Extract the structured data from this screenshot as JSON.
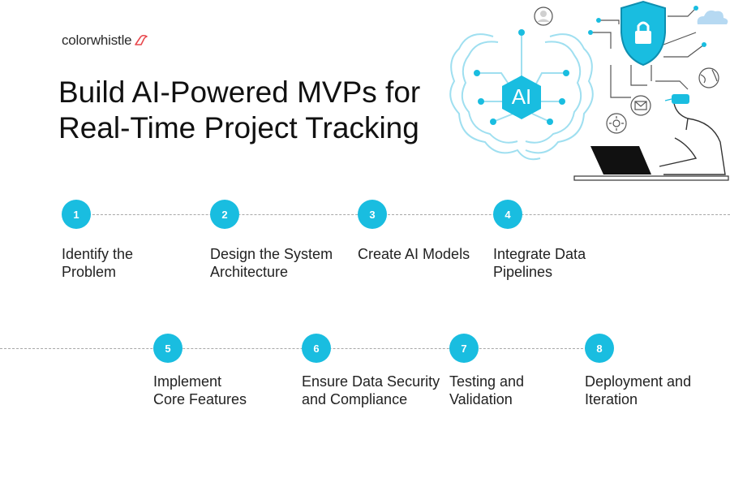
{
  "brand": {
    "logo_text": "colorwhistle",
    "logo_icon": "whistle-icon",
    "accent_color": "#19bde0",
    "brand_mark_color": "#e8484d"
  },
  "title_lines": [
    "Build AI-Powered MVPs for",
    "Real-Time Project Tracking"
  ],
  "illustration": {
    "ai_label": "AI",
    "icons": [
      "ai-chip-icon",
      "brain-circuit-icon",
      "shield-lock-icon",
      "user-icon",
      "cloud-icon",
      "globe-icon",
      "mail-icon",
      "gear-icon",
      "laptop-icon",
      "person-with-vr-headset-icon"
    ]
  },
  "steps": [
    {
      "number": "1",
      "label": "Identify the\nProblem"
    },
    {
      "number": "2",
      "label": "Design the System\nArchitecture"
    },
    {
      "number": "3",
      "label": "Create AI Models"
    },
    {
      "number": "4",
      "label": "Integrate Data\nPipelines"
    },
    {
      "number": "5",
      "label": "Implement\nCore Features"
    },
    {
      "number": "6",
      "label": "Ensure Data Security\nand Compliance"
    },
    {
      "number": "7",
      "label": "Testing and\nValidation"
    },
    {
      "number": "8",
      "label": "Deployment and\nIteration"
    }
  ]
}
